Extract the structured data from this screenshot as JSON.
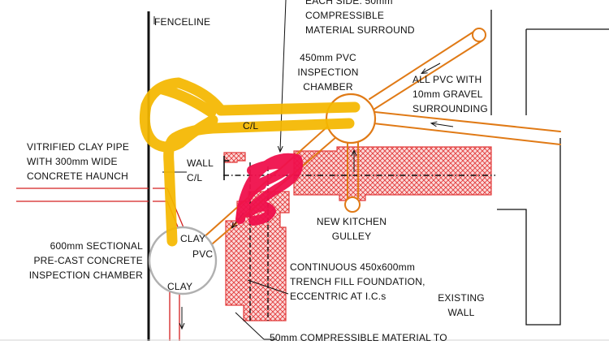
{
  "labels": {
    "fenceline": "FENCELINE",
    "compressible_top": "EACH SIDE. 50mm\nCOMPRESSIBLE\nMATERIAL SURROUND",
    "pvc_chamber": "450mm PVC\nINSPECTION\nCHAMBER",
    "pvc_gravel": "ALL PVC WITH\n10mm GRAVEL\nSURROUNDING",
    "clay_pipe": "VITRIFIED CLAY PIPE\nWITH 300mm WIDE\nCONCRETE HAUNCH",
    "wall_cl": "WALL\nC/L",
    "cl_top": "C/L",
    "kitchen_gulley": "NEW KITCHEN\nGULLEY",
    "sectional_chamber": "600mm SECTIONAL\nPRE-CAST CONCRETE\nINSPECTION CHAMBER",
    "clay_upper": "CLAY",
    "pvc_mid": "PVC",
    "clay_lower": "CLAY",
    "trench_fill": "CONTINUOUS 450x600mm\nTRENCH FILL FOUNDATION,\nECCENTRIC AT I.C.s",
    "existing_wall": "EXISTING\nWALL",
    "compressible_bottom": "50mm COMPRESSIBLE MATERIAL TO"
  },
  "colors": {
    "pipe_orange": "#e07a16",
    "hatch_red": "#e23b3b",
    "clay_red": "#d42020",
    "marker_yellow": "#f5b800",
    "marker_pink": "#f0104c",
    "chamber_grey": "#b0b0b0",
    "line_black": "#111111"
  },
  "annotations": [
    "yellow-highlighter-scribble",
    "pink-highlighter-scribble"
  ]
}
